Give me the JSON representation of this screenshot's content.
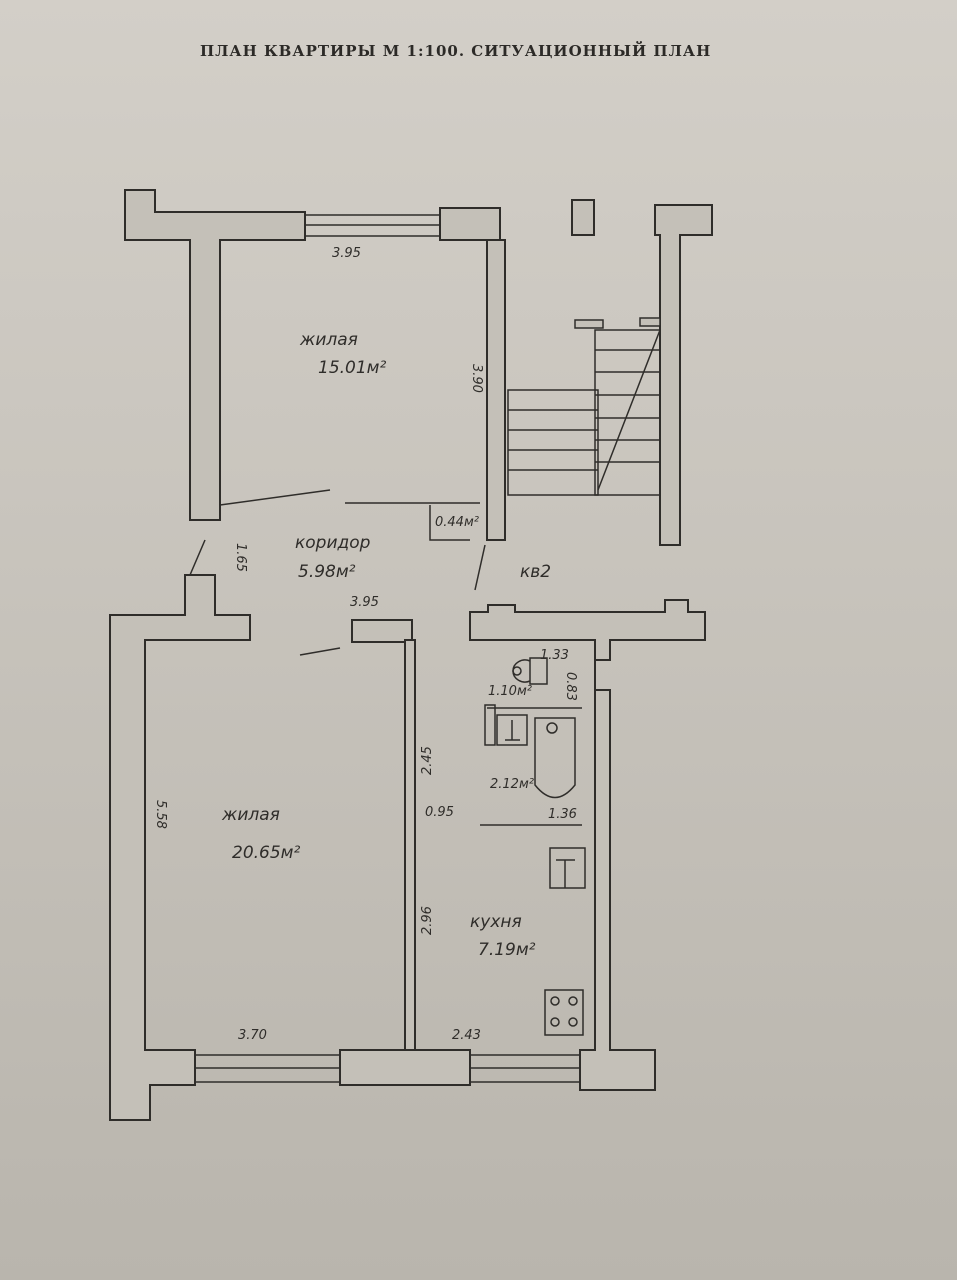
{
  "title": "ПЛАН КВАРТИРЫ М 1:100. СИТУАЦИОННЫЙ ПЛАН",
  "apartment": "кв2",
  "rooms": [
    {
      "name": "жилая",
      "area": "15.01м²"
    },
    {
      "name": "коридор",
      "area": "5.98м²"
    },
    {
      "name": "жилая",
      "area": "20.65м²"
    },
    {
      "name": "кухня",
      "area": "7.19м²"
    }
  ],
  "small_areas": {
    "closet": "0.44м²",
    "toilet": "1.10м²",
    "bathroom": "2.12м²"
  },
  "dimensions": {
    "top_room_width": "3.95",
    "top_room_depth": "3.90",
    "corridor_depth": "1.65",
    "corridor_width": "3.95",
    "toilet_width": "1.33",
    "toilet_depth": "0.83",
    "bath_depth": "2.45",
    "bath_width": "1.36",
    "door_offset": "0.95",
    "living_depth": "5.58",
    "kitchen_depth": "2.96",
    "living_width": "3.70",
    "kitchen_width": "2.43"
  },
  "colors": {
    "paper": "#cdc9c1",
    "wall": "#bdb9b1",
    "ink": "#2f2d2a"
  }
}
